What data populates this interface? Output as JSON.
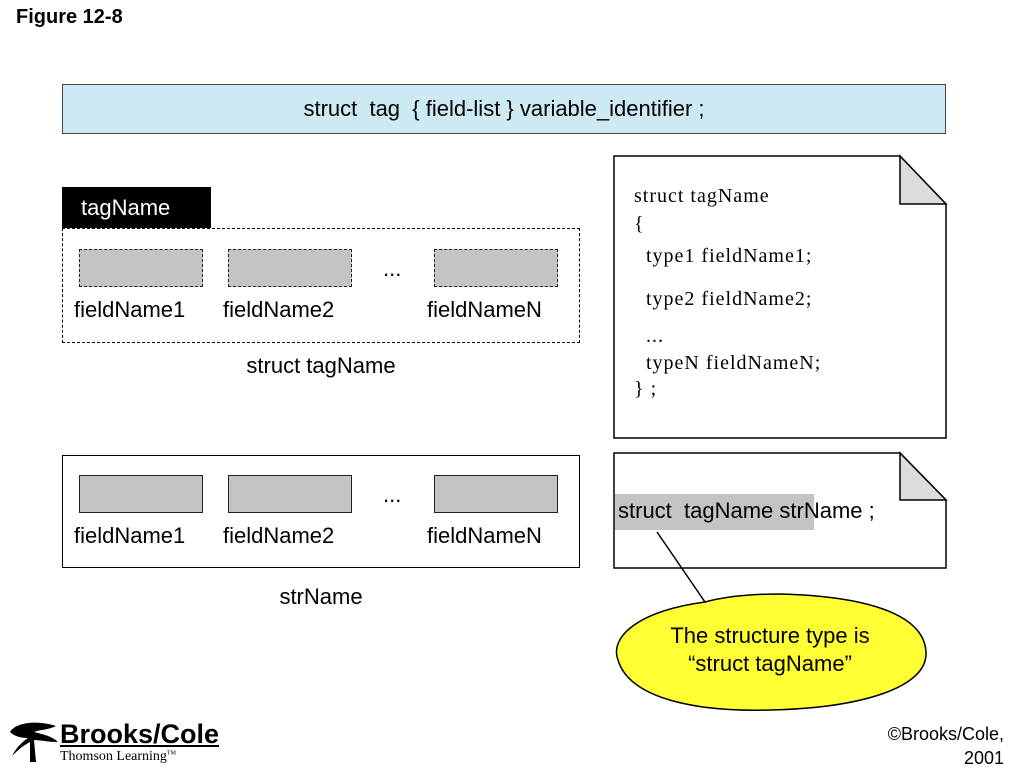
{
  "figure_title": "Figure 12-8",
  "syntax": "struct  tag  { field-list } variable_identifier ;",
  "tag_label": "tagName",
  "template": {
    "fields": [
      "fieldName1",
      "fieldName2",
      "fieldNameN"
    ],
    "ellipsis": "...",
    "caption": "struct tagName"
  },
  "variable": {
    "fields": [
      "fieldName1",
      "fieldName2",
      "fieldNameN"
    ],
    "ellipsis": "...",
    "caption": "strName"
  },
  "declaration_code": [
    "struct tagName",
    "{",
    "  type1 fieldName1;",
    "  type2 fieldName2;",
    "  ...",
    "  typeN fieldNameN;",
    "} ;"
  ],
  "usage": {
    "type_part": "struct  tagName",
    "rest": " strName ;"
  },
  "callout": {
    "line1": "The structure type is",
    "line2": "“struct  tagName”"
  },
  "publisher": {
    "name": "Brooks/Cole",
    "sub": "Thomson Learning",
    "tm": "TM"
  },
  "copyright": {
    "line1": "©Brooks/Cole,",
    "line2": "2001"
  },
  "colors": {
    "banner": "#cdeaf3",
    "field_fill": "#c4c4c4",
    "callout_fill": "#ffff33"
  }
}
